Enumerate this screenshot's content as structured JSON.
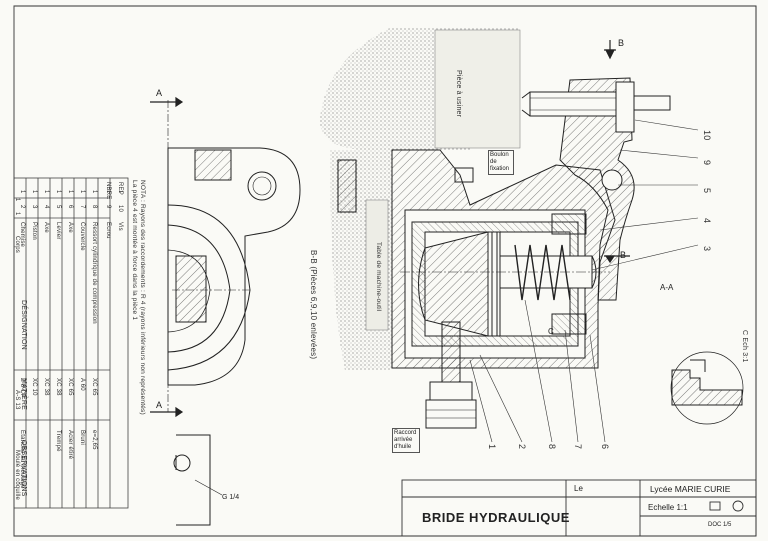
{
  "title_block": {
    "title": "BRIDE HYDRAULIQUE",
    "school": "Lycée MARIE CURIE",
    "le": "Le",
    "scale": "Echelle 1:1",
    "doc": "DOC 1/5"
  },
  "views": {
    "section_bb": "B-B (Pièces 6,9,10 enlevées)",
    "section_aa": "A-A",
    "detail_c": "C Ech 3:1",
    "piece_label": "Pièce à usiner",
    "table_label": "Table de machine-outil",
    "bolt_label": "Boulon de fixation",
    "fitting_label": "Raccord arrivée d'huile",
    "tolerance": "G 1/4"
  },
  "cutting_planes": {
    "a": "A",
    "b": "B",
    "c": "C"
  },
  "item_balloons": [
    "1",
    "2",
    "8",
    "7",
    "6",
    "3",
    "4",
    "5",
    "9",
    "10"
  ],
  "note": {
    "line1": "NOTA : Rayons des raccordements : R 4 (rayons inférieurs non représentés)",
    "line2": "La pièce 4 est montée à force dans la pièce 1"
  },
  "parts_list": {
    "headers": [
      "REP",
      "NBRE",
      "DÉSIGNATION",
      "MATIÈRE",
      "OBSERVATIONS"
    ],
    "rows": [
      [
        "10",
        "1",
        "Vis",
        "",
        ""
      ],
      [
        "9",
        "1",
        "Ecrou",
        "",
        ""
      ],
      [
        "8",
        "1",
        "Ressort cylindrique de compression",
        "XC 65",
        "e=2,65"
      ],
      [
        "7",
        "1",
        "Couvercle",
        "A 60",
        "Bruni"
      ],
      [
        "6",
        "1",
        "Axe",
        "XC 65",
        "Acier étiré"
      ],
      [
        "5",
        "1",
        "Levier",
        "XC 38",
        "Trempé"
      ],
      [
        "4",
        "1",
        "Axe",
        "XC 38",
        ""
      ],
      [
        "3",
        "1",
        "Piston",
        "XC 10",
        ""
      ],
      [
        "2",
        "1",
        "Chemise",
        "Z 8 CP",
        "Etanche au moulage"
      ],
      [
        "1",
        "1",
        "Corps",
        "A-S 13",
        "Moulé en coquille"
      ]
    ]
  }
}
